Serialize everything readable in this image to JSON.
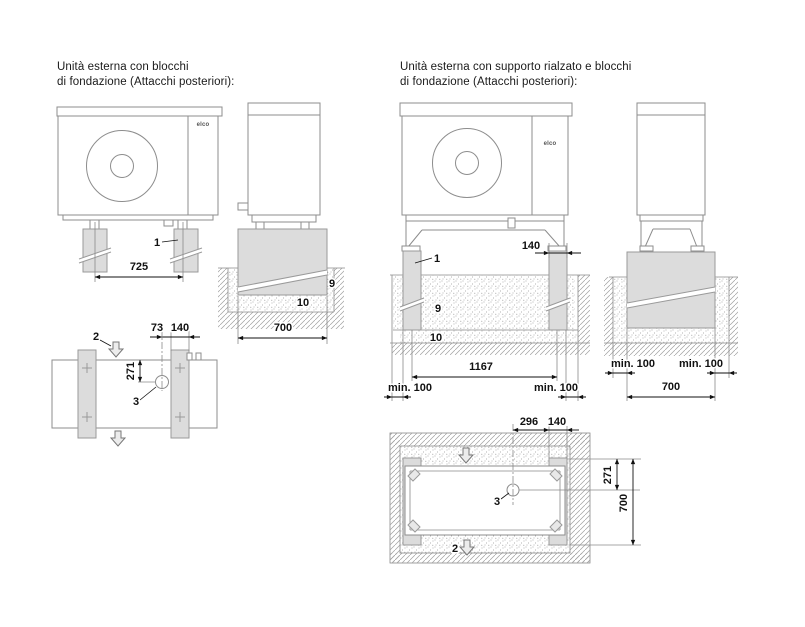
{
  "colors": {
    "background": "#ffffff",
    "outline_gray": "#8d8d8d",
    "block_fill": "#dcdcdc",
    "dimension_color": "#111111"
  },
  "left_diagram": {
    "title_line1": "Unità esterna con blocchi",
    "title_line2": "di fondazione (Attacchi posteriori):",
    "front_view": {
      "brand_logo": "elco",
      "dim_feet_spacing": "725",
      "callout_foundation_block": "1"
    },
    "side_view": {
      "callout_slope_shim": "9",
      "callout_gravel_bed": "10",
      "dim_block_length": "700"
    },
    "top_view": {
      "dim_drain_offset_x": "73",
      "dim_block_width": "140",
      "dim_drain_offset_y": "271",
      "callout_airflow": "2",
      "callout_condensate_drain": "3"
    }
  },
  "right_diagram": {
    "title_line1": "Unità esterna con supporto rialzato e blocchi",
    "title_line2": "di fondazione (Attacchi posteriori):",
    "front_view": {
      "brand_logo": "elco",
      "callout_foundation_block": "1",
      "dim_block_width": "140",
      "callout_slope_shim": "9",
      "callout_gravel_bed": "10",
      "dim_block_spacing": "1167",
      "dim_min_edge_left": "min. 100",
      "dim_min_edge_right": "min. 100"
    },
    "side_view": {
      "dim_min_edge_left": "min. 100",
      "dim_min_edge_right": "min. 100",
      "dim_block_length": "700"
    },
    "top_view": {
      "dim_drain_offset_x": "296",
      "dim_block_width": "140",
      "dim_drain_offset_y": "271",
      "dim_pit_length": "700",
      "callout_airflow": "2",
      "callout_condensate_drain": "3"
    }
  }
}
